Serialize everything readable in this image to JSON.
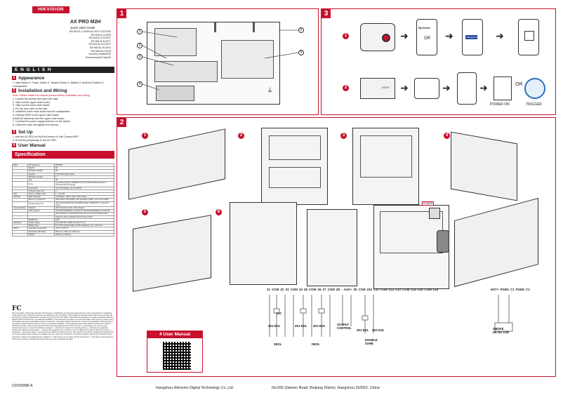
{
  "brand": "HIKVISION",
  "product_title": "AX PRO M2H",
  "subtitle": "Quick Start Guide",
  "standards": [
    "EN 50131-1:2006+A2:2017+A3:2020",
    "EN 50131-3:2009",
    "EN 50131-5-3:2017",
    "EN 50131-6:2017",
    "EN 50131-5-3:2017",
    "EN 50131-10:2014",
    "EN 50136-2:2013",
    "Security Grade/ES2",
    "Environmental Class/II"
  ],
  "language": "E N G L I S H",
  "sections": {
    "appearance": {
      "num": "1",
      "title": "Appearance"
    },
    "installation": {
      "num": "2",
      "title": "Installation and Wiring"
    },
    "setup": {
      "num": "3",
      "title": "Set Up"
    },
    "user_manual": {
      "num": "4",
      "title": "User Manual"
    },
    "specification": {
      "title": "Specification"
    }
  },
  "appearance_items": "1. Main Board    2. Power Switch    3. Tamper Switch    4. Battery    5. Antenna Position    6. Loudspeaker",
  "install_note": "Note: Please obtain the manual product before installation and wiring.",
  "install_steps": [
    "1. Loosen the screws and open the case.",
    "2. Take out the upper main board.",
    "3. Take out the lower main board.",
    "4. Fix the rear case on the wall.",
    "5. Install the lower main board and the loudspeaker.",
    "6. (Wiring) Refer to the upper main board.",
    "   Install the antennas and the upper main board.",
    "7. Connect the power supply and turn on the switch.",
    "8. Close the case and tighten the screws."
  ],
  "setup_steps": [
    "1. Add the AX PRO to Hik-ProConnect or Hik-Connect APP.",
    "2. Enroll the peripherals to the AX PRO."
  ],
  "spec_rows": [
    [
      "Basic",
      "RF frequency",
      "868 MHz"
    ],
    [
      "",
      "Keyfob",
      "48"
    ],
    [
      "",
      "Wireless card/tag",
      "48"
    ],
    [
      "",
      "Keypad",
      "8 (including Tag reader)"
    ],
    [
      "",
      "Wireless repeater",
      "4"
    ],
    [
      "",
      "Tag",
      "48"
    ],
    [
      "",
      "Zone",
      "Up to 96 (including 16 PIR/Zone & 16 Onboard Wired Zones & Onboard Wired Outputs)"
    ],
    [
      "",
      "Transmitter",
      "Up to 96 (Single), up to 6 (Multi)"
    ],
    [
      "",
      "Onboard video clip",
      "2"
    ],
    [
      "User",
      "Admin, installer, User",
      "1, 2, 20~96"
    ],
    [
      "Software",
      "LED Indication",
      "Arm/Disarm, Alarm, Alert, Fault, Power"
    ],
    [
      "",
      "Memory Log Record",
      "Alarm/Alarm Hist (1000), user operation (1000), user event (1000)"
    ],
    [
      "",
      "Programming tool",
      "Hik-Connect/Hik-ProConnect/Web Portal / SIA/ISAPI / Contact ID/ Cloud"
    ],
    [
      "Communication",
      "Network",
      "Wired network, Wi-Fi, LTE/ onboard"
    ],
    [
      "",
      "ARC protocol",
      "SIA DC09 (Ext/Basic); Contact ID; SIA DC09 (Ext/Basic) Contact ID"
    ],
    [
      "",
      "",
      "Hik-IP Receiver & Hik-IP Receiver Pro (Cus Card & Address API)"
    ],
    [
      "",
      "",
      "Supports video verification and remote control"
    ],
    [
      "",
      "RS485 slot",
      "Dual"
    ],
    [
      "Hardware",
      "Power supply",
      "100~240 VAC; 50/60 Hz; DC12 V 5 A"
    ],
    [
      "",
      "Battery type",
      "12 V 7Ah storage battery (sold separately), up to 16 hours"
    ],
    [
      "Others",
      "Operation temperature",
      "-10 °C to 40 °C"
    ],
    [
      "",
      "Dimension (W×H×D)",
      "263 mm × 330 mm × 86.5 mm"
    ],
    [
      "",
      "Weight",
      "2000 g (no battery)"
    ]
  ],
  "fcc_text": "FCC Information. Please take attention that changes or modification not expressly approved by the party responsible for compliance could void the user's authority to operate the equipment. FCC compliance: This equipment has been tested and found to comply with the limits for a Class B digital device, pursuant to part 15 of the FCC Rules. These limits are designed to provide reasonable protection against harmful interference in a residential installation. This equipment generates, uses and can radiate radio frequency energy and, if not installed and used in accordance with the instructions, may cause harmful interference to radio communications. However, there is no guarantee that interference will not occur in a particular installation. If this equipment does cause harmful interference to radio or television reception, which can be determined by turning the equipment off and on, the user is encouraged to try to correct the interference by one or more of the following measures: —Reorient or relocate the receiving antenna. —Increase the separation between the equipment and receiver. —Connect the equipment into an outlet on a circuit different from that to which the receiver is connected. —Consult the dealer or an experienced radio/TV technician for help. This equipment should be installed and operated with a minimum distance 20cm between the radiator and your body. FCC Conditions. This device complies with part 15 of the FCC Rules. Operation is subject to the following two conditions: 1. This device may not cause harmful interference. 2. This device must accept any interference received, including interference that may cause undesired operation.",
  "doc_code": "UD25006B-A",
  "footer_company": "Hangzhou Hikvision Digital Technology Co.,Ltd.",
  "footer_address": "No.555 Qianmo Road, Binjiang District, Hangzhou 310052, China",
  "panel_nums": [
    "1",
    "2",
    "3"
  ],
  "p1_callouts_left": [
    "1",
    "2",
    "3",
    "4"
  ],
  "p1_callouts_right": [
    "5",
    "6"
  ],
  "p3": {
    "my_device": "My Device",
    "or": "OR",
    "add_device": "Add Device",
    "or2": "OR",
    "power_on": "POWER ON",
    "trigger": "TRIGGER",
    "code_mask": "XXXX"
  },
  "p2_steps": [
    "1",
    "2",
    "3",
    "4",
    "5",
    "6"
  ],
  "power_label": "POWER",
  "user_manual_box": "4  User Manual",
  "wiring": {
    "terminals_a": [
      "Z1",
      "COM",
      "Z2",
      "Z3",
      "COM",
      "Z4",
      "Z5",
      "COM",
      "Z6",
      "Z7",
      "COM",
      "Z8",
      "-",
      "AUX+",
      "Z9",
      "COM",
      "Z10",
      "Z11",
      "COM",
      "Z12",
      "Z13",
      "COM",
      "Z14",
      "Z15",
      "COM",
      "Z16"
    ],
    "terminals_b": [
      "-EXT+",
      "PGM1",
      "C1",
      "PGM2",
      "C2"
    ],
    "labels": [
      "SEOL",
      "DEOL",
      "OUTPUT CONTROL",
      "DOUBLE ZONE",
      "SMOKE DETECTOR",
      "2K2 EOL",
      "2K2 EOL",
      "2K2 EOL",
      "2K2 EOL",
      "2K2 EOL"
    ],
    "nc": "N.C"
  },
  "colors": {
    "brand_red": "#c8102e"
  }
}
